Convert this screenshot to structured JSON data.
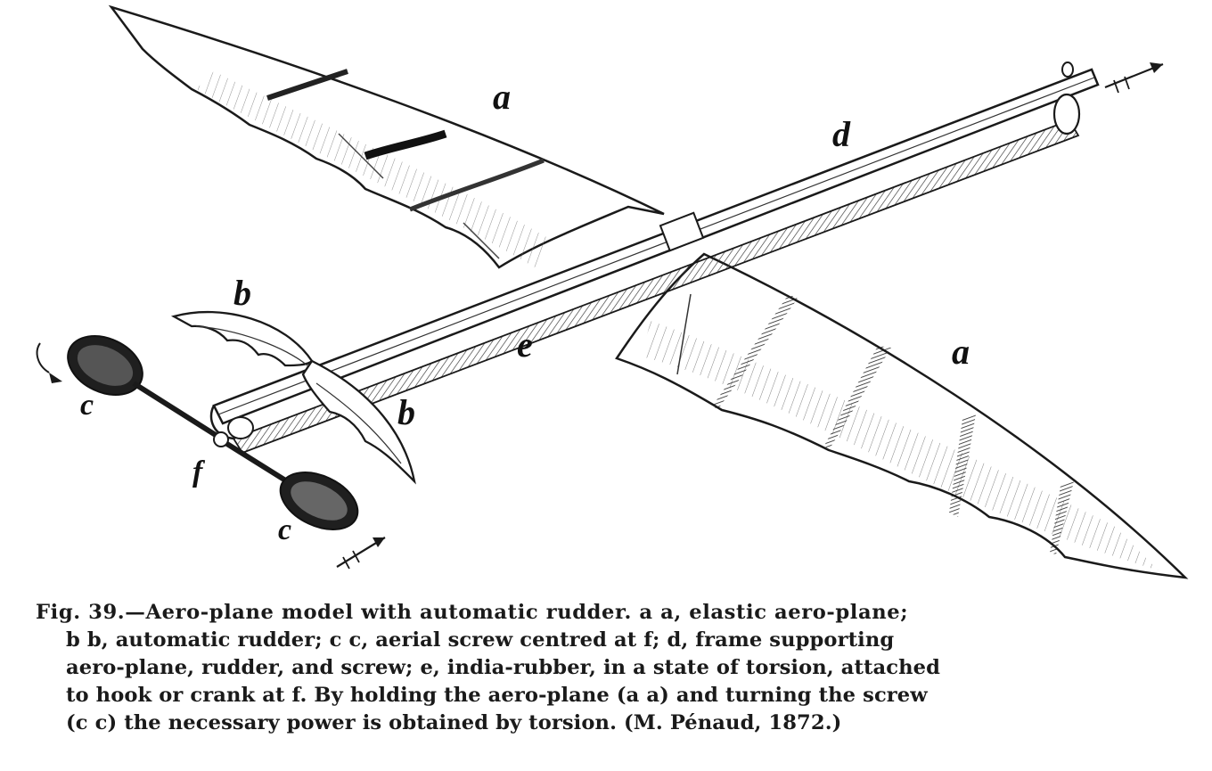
{
  "labels": {
    "wing_top": "a",
    "wing_bottom": "a",
    "frame": "d",
    "rubber": "e",
    "rudder_top": "b",
    "rudder_bottom": "b",
    "screw_top": "c",
    "screw_bottom": "c",
    "hook": "f"
  },
  "caption": {
    "line1": "Fig. 39.—Aero-plane model with automatic rudder.  a a, elastic aero-plane;",
    "line2": "b b, automatic rudder; c c, aerial screw centred at f; d, frame supporting",
    "line3": "aero-plane, rudder, and screw; e, india-rubber, in a state of torsion, attached",
    "line4": "to hook or crank at f.  By holding the aero-plane (a a) and turning the screw",
    "line5": "(c c) the necessary power is obtained by torsion.  (M. Pénaud, 1872.)"
  },
  "colors": {
    "ink": "#1a1a1a",
    "paper": "#ffffff"
  }
}
